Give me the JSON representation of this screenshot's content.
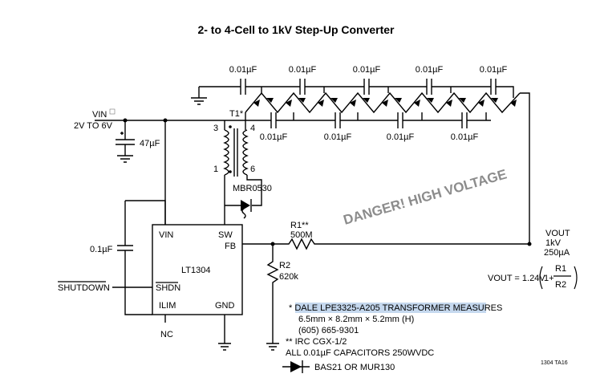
{
  "title": "2- to 4-Cell to 1kV Step-Up Converter",
  "labels": {
    "cap_top_1": "0.01µF",
    "cap_top_2": "0.01µF",
    "cap_top_3": "0.01µF",
    "cap_top_4": "0.01µF",
    "cap_top_5": "0.01µF",
    "cap_bottom_1": "0.01µF",
    "cap_bottom_2": "0.01µF",
    "cap_bottom_3": "0.01µF",
    "cap_bottom_4": "0.01µF",
    "vin": "VIN",
    "vin_range": "2V TO 6V",
    "cap_input": "47µF",
    "t1": "T1*",
    "pin3": "3",
    "pin4": "4",
    "pin1": "1",
    "pin6": "6",
    "diode": "MBR0530",
    "ic_vin": "VIN",
    "ic_sw": "SW",
    "ic_fb": "FB",
    "ic_name": "LT1304",
    "ic_shdn": "SHDN",
    "ic_ilim": "ILIM",
    "ic_gnd": "GND",
    "ic_nc": "NC",
    "cap_small": "0.1µF",
    "shutdown": "SHUTDOWN",
    "r1": "R1**",
    "r1_value": "500M",
    "r2": "R2",
    "r2_value": "620k",
    "vout": "VOUT",
    "vout_voltage": "1kV",
    "vout_current": "250µA",
    "equation": "VOUT = 1.24V",
    "equation_one_plus": "1+",
    "eq_r1": "R1",
    "eq_r2": "R2",
    "danger": "DANGER! HIGH VOLTAGE"
  },
  "notes": [
    "* DALE LPE3325-A205 TRANSFORMER MEASURES",
    "6.5mm × 8.2mm × 5.2mm (H)",
    "(605) 665-9301",
    "** IRC CGX-1/2",
    "ALL 0.01µF CAPACITORS 250WVDC",
    "BAS21 OR MUR130"
  ],
  "figure_code": "1304 TA16"
}
